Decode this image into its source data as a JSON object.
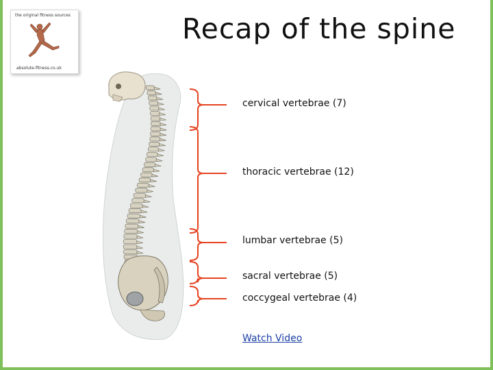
{
  "title": "Recap of the spine",
  "logo": {
    "top_text": "the original fitness sources",
    "bottom_text": "absolute-fitness.co.uk"
  },
  "labels": [
    "cervical vertebrae (7)",
    "thoracic vertebrae (12)",
    "lumbar vertebrae (5)",
    "sacral vertebrae (5)",
    "coccygeal  vertebrae (4)"
  ],
  "link": {
    "text": "Watch Video"
  },
  "colors": {
    "frame": "#7fc05a",
    "bracket": "#e5421f",
    "link": "#1b3fa6"
  }
}
